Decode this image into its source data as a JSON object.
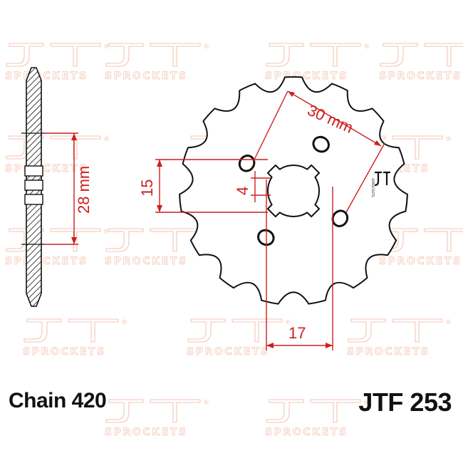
{
  "brand": {
    "watermark_word": "SPROCKETS",
    "registered_mark": "®",
    "mini_logo_text": "SPROCKETS",
    "watermark_color": "#f3c6b4",
    "logo_color": "#111111"
  },
  "drawing": {
    "tooth_count": 15,
    "bolt_hole_count": 4,
    "spline_count": 4,
    "line_color": "#111111",
    "dimension_color": "#cc1f1f"
  },
  "dimensions": {
    "side_width": "28 mm",
    "bolt_circle": "30 mm",
    "spline_offset": "15",
    "spline_width": "4",
    "bore_offset": "17"
  },
  "labels": {
    "chain": "Chain 420",
    "part_number": "JTF 253"
  }
}
